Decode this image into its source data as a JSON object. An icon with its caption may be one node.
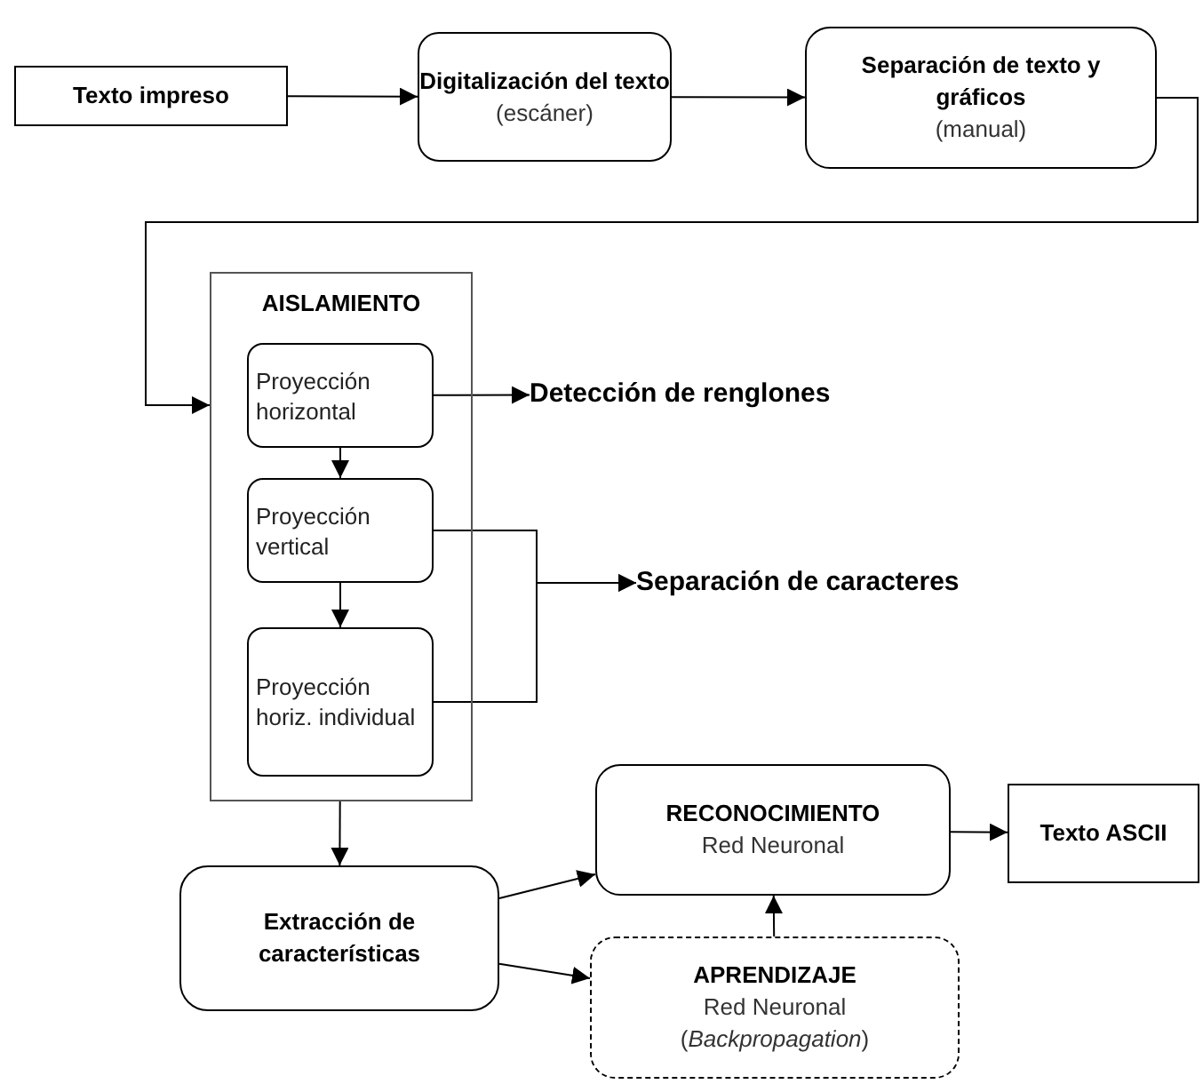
{
  "diagram": {
    "nodes": [
      {
        "text": [
          "Texto impreso"
        ]
      },
      {
        "text": [
          "Digitalización del texto",
          "(escáner)"
        ]
      },
      {
        "text": [
          "Separación de texto y gráficos",
          "(manual)"
        ]
      },
      {
        "text": [
          "AISLAMIENTO"
        ]
      },
      {
        "text": [
          "Proyección horizontal"
        ],
        "in": 3
      },
      {
        "text": [
          "Proyección vertical"
        ],
        "in": 3
      },
      {
        "text": [
          "Proyección horiz. individual"
        ],
        "in": 3
      },
      {
        "text": [
          "Detección de renglones"
        ]
      },
      {
        "text": [
          "Separación de caracteres"
        ]
      },
      {
        "text": [
          "Extracción de características"
        ]
      },
      {
        "text": [
          "RECONOCIMIENTO",
          "Red Neuronal"
        ]
      },
      {
        "text": [
          "Texto ASCII"
        ]
      },
      {
        "text": [
          "APRENDIZAJE",
          "Red Neuronal",
          "(*Backpropagation*)"
        ]
      }
    ],
    "edges": [
      {
        "from": 0,
        "to": 1,
        "arrow": "to"
      },
      {
        "from": 1,
        "to": 2,
        "arrow": "to"
      },
      {
        "from": 2,
        "to": 3,
        "arrow": "to"
      },
      {
        "from": 4,
        "to": 7,
        "arrow": "to"
      },
      {
        "from": 4,
        "to": 5,
        "arrow": "to"
      },
      {
        "from": 5,
        "to": 6,
        "arrow": "to"
      },
      {
        "from": 5,
        "to": 8,
        "arrow": "to"
      },
      {
        "from": 6,
        "to": 8,
        "arrow": "to"
      },
      {
        "from": 3,
        "to": 9,
        "arrow": "to"
      },
      {
        "from": 9,
        "to": 10,
        "arrow": "to"
      },
      {
        "from": 9,
        "to": 12,
        "arrow": "to"
      },
      {
        "from": 12,
        "to": 10,
        "arrow": "to"
      },
      {
        "from": 10,
        "to": 11,
        "arrow": "to"
      }
    ]
  }
}
